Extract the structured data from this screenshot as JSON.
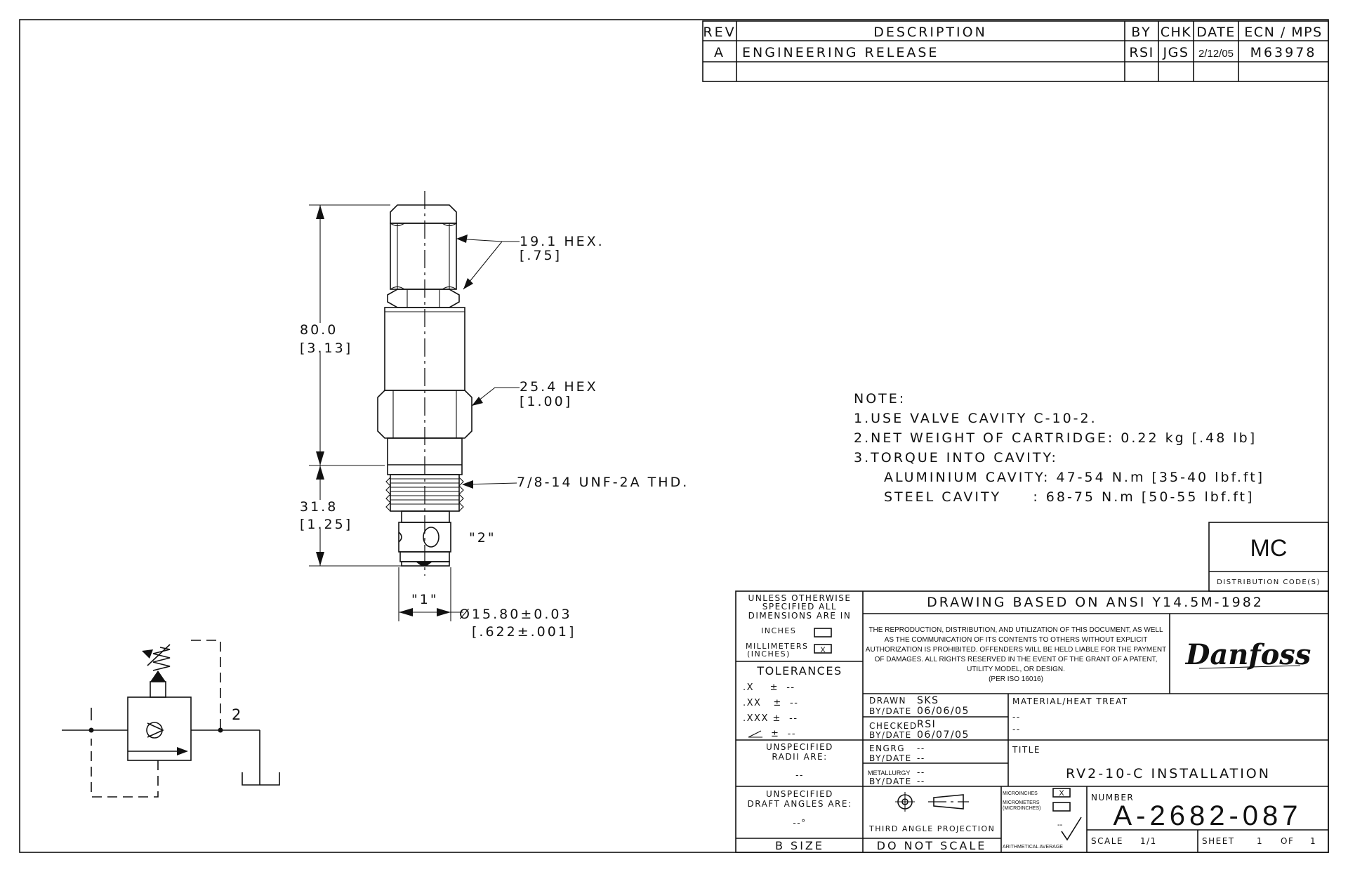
{
  "revision_table": {
    "headers": {
      "rev": "REV",
      "description": "DESCRIPTION",
      "by": "BY",
      "chk": "CHK",
      "date": "DATE",
      "ecn": "ECN / MPS"
    },
    "row": {
      "rev": "A",
      "description": "ENGINEERING RELEASE",
      "by": "RSI",
      "chk": "JGS",
      "date": "2/12/05",
      "ecn": "M63978"
    }
  },
  "dimensions": {
    "overall_length_mm": "80.0",
    "overall_length_in": "[3.13]",
    "lower_length_mm": "31.8",
    "lower_length_in": "[1.25]",
    "small_hex_mm": "19.1  HEX.",
    "small_hex_in": "[.75]",
    "large_hex_mm": "25.4  HEX",
    "large_hex_in": "[1.00]",
    "thread": "7/8-14 UNF-2A THD.",
    "port2": "\"2\"",
    "port1": "\"1\"",
    "diameter_mm": "Ø15.80±0.03",
    "diameter_in": "[.622±.001]"
  },
  "schematic": {
    "port_label": "2"
  },
  "notes": {
    "heading": "NOTE:",
    "line1": "1.USE VALVE CAVITY C-10-2.",
    "line2": "2.NET WEIGHT OF CARTRIDGE: 0.22 kg [.48 lb]",
    "line3": "3.TORQUE INTO CAVITY:",
    "line4": "ALUMINIUM CAVITY: 47-54 N.m [35-40 lbf.ft]",
    "line5": "STEEL CAVITY     : 68-75 N.m [50-55 lbf.ft]"
  },
  "distribution": {
    "code": "MC",
    "label": "DISTRIBUTION CODE(S)"
  },
  "title_block": {
    "unless_1": "UNLESS OTHERWISE",
    "unless_2": "SPECIFIED ALL",
    "unless_3": "DIMENSIONS ARE IN",
    "inches": "INCHES",
    "millimeters": "MILLIMETERS",
    "inches_paren": "(INCHES)",
    "mm_mark": "X",
    "tolerances": "TOLERANCES",
    "tol_x": ".X    ±  --",
    "tol_xx": ".XX   ±  --",
    "tol_xxx": ".XXX ±  --",
    "tol_ang": "±  --",
    "radii_1": "UNSPECIFIED",
    "radii_2": "RADII ARE:",
    "radii_val": "--",
    "draft_1": "UNSPECIFIED",
    "draft_2": "DRAFT ANGLES ARE:",
    "draft_val": "--°",
    "size": "B SIZE",
    "ansi": "DRAWING BASED ON ANSI Y14.5M-1982",
    "legal_1": "THE REPRODUCTION, DISTRIBUTION, AND UTILIZATION OF THIS DOCUMENT, AS WELL",
    "legal_2": "AS THE COMMUNICATION OF ITS CONTENTS TO OTHERS WITHOUT EXPLICIT",
    "legal_3": "AUTHORIZATION IS PROHIBITED. OFFENDERS WILL BE HELD LIABLE FOR THE PAYMENT",
    "legal_4": "OF DAMAGES.  ALL RIGHTS RESERVED IN THE EVENT OF THE GRANT OF A PATENT,",
    "legal_5": "UTILITY MODEL, OR DESIGN.",
    "legal_6": "(PER ISO 16016)",
    "logo": "Danfoss",
    "drawn_label": "DRAWN",
    "drawn_by": "SKS",
    "drawn_bydate_label": "BY/DATE",
    "drawn_date": "06/06/05",
    "checked_label": "CHECKED",
    "checked_by": "RSI",
    "checked_bydate_label": "BY/DATE",
    "checked_date": "06/07/05",
    "engrg_label": "ENGRG",
    "engrg_val": "--",
    "engrg_bydate_label": "BY/DATE",
    "engrg_date": "--",
    "metallurgy_label": "METALLURGY",
    "metallurgy_val": "--",
    "metallurgy_bydate_label": "BY/DATE",
    "metallurgy_date": "--",
    "material_label": "MATERIAL/HEAT TREAT",
    "material_val1": "--",
    "material_val2": "--",
    "title_label": "TITLE",
    "title": "RV2-10-C INSTALLATION",
    "projection": "THIRD ANGLE PROJECTION",
    "do_not_scale": "DO NOT SCALE",
    "microinches": "MICROINCHES",
    "micrometers": "MICROMETERS",
    "microinches_paren": "(MICROINCHES)",
    "micro_mark": "X",
    "finish_val": "--",
    "arith": "ARITHMETICAL AVERAGE",
    "number_label": "NUMBER",
    "number": "A-2682-087",
    "scale_label": "SCALE",
    "scale": "1/1",
    "sheet_label": "SHEET",
    "sheet": "1",
    "of_label": "OF",
    "sheet_total": "1"
  }
}
